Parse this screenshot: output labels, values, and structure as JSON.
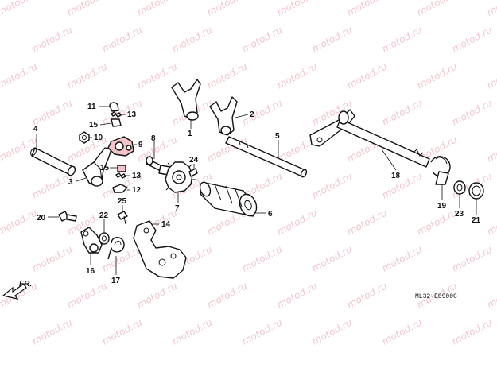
{
  "watermark": {
    "text": "motod.ru",
    "color": "#f2c6cf"
  },
  "callouts": {
    "c1": "1",
    "c2": "2",
    "c3": "3",
    "c4": "4",
    "c5": "5",
    "c6": "6",
    "c7": "7",
    "c8": "8",
    "c9": "9",
    "c10": "10",
    "c11": "11",
    "c12": "12",
    "c13a": "13",
    "c13b": "13",
    "c14": "14",
    "c15a": "15",
    "c15b": "15",
    "c16": "16",
    "c17": "17",
    "c18": "18",
    "c19": "19",
    "c20": "20",
    "c21": "21",
    "c22": "22",
    "c23": "23",
    "c24": "24",
    "c25": "25"
  },
  "direction_label": "FR.",
  "diagram_code": "ML32-E0900C",
  "colors": {
    "accent_part": "#f3c4c8",
    "line": "#111111"
  }
}
